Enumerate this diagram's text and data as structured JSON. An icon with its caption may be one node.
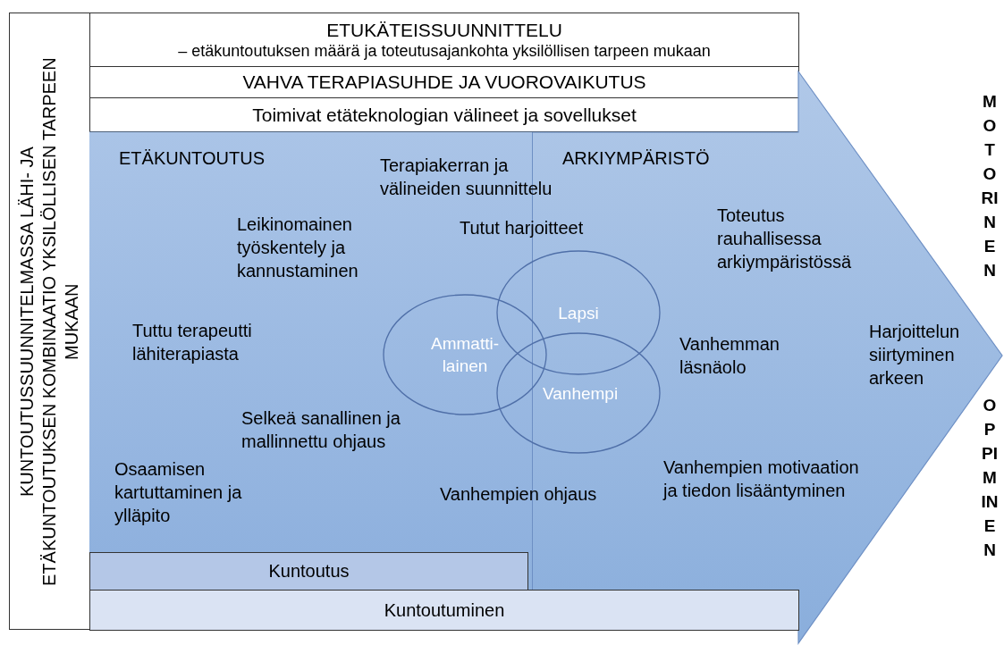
{
  "diagram": {
    "nodes": [
      {
        "text": [
          "KUNTOUTUSSUUNNITELMASSA LÄHI- JA ETÄKUNTOUTUKSEN KOMBINAATIO YKSILÖLLISEN TARPEEN MUKAAN"
        ]
      },
      {
        "text": [
          "ETUKÄTEISSUUNNITTELU",
          "– etäkuntoutuksen määrä ja toteutusajankohta yksilöllisen tarpeen mukaan"
        ]
      },
      {
        "text": [
          "VAHVA TERAPIASUHDE JA VUOROVAIKUTUS"
        ]
      },
      {
        "text": [
          "Toimivat etäteknologian välineet ja sovellukset"
        ]
      },
      {
        "text": [],
        "shape": "arrow"
      },
      {
        "text": [
          "ETÄKUNTOUTUS"
        ],
        "in": 4
      },
      {
        "text": [
          "ARKIYMPÄRISTÖ"
        ],
        "in": 4
      },
      {
        "text": [
          "Ammatti- lainen"
        ],
        "in": 4
      },
      {
        "text": [
          "Lapsi"
        ],
        "in": 4
      },
      {
        "text": [
          "Vanhempi"
        ],
        "in": 4
      },
      {
        "text": [
          "Kuntoutus"
        ],
        "in": 4
      },
      {
        "text": [
          "Kuntoutuminen"
        ],
        "in": 4
      }
    ],
    "edges": [],
    "labels": [
      "Terapiakerran ja välineiden suunnittelu",
      "Leikinomainen työskentely ja kannustaminen",
      "Tutut harjoitteet",
      "Toteutus rauhallisessa arkiympäristössä",
      "Tuttu terapeutti lähiterapiasta",
      "Vanhemman läsnäolo",
      "Harjoittelun siirtyminen arkeen",
      "Selkeä sanallinen ja mallinnettu ohjaus",
      "Osaamisen kartuttaminen ja ylläpito",
      "Vanhempien ohjaus",
      "Vanhempien motivaation ja tiedon lisääntyminen",
      "MOTORINEN",
      "OPPIMINEN"
    ]
  }
}
